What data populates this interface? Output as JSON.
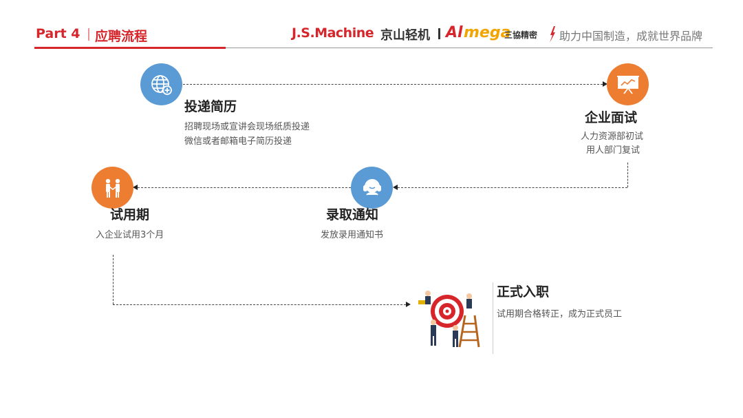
{
  "header": {
    "part_label": "Part 4",
    "section_title": "应聘流程",
    "logo_jsm": "J.S.Machine",
    "logo_jsm_cn": "京山轻机",
    "logo_al": "Al",
    "logo_mega": "mega",
    "logo_sanxie": "三協精密",
    "slogan": "助力中国制造，成就世界品牌"
  },
  "steps": {
    "resume": {
      "title": "投递简历",
      "desc_lines": [
        "招聘现场或宣讲会现场纸质投递",
        "微信或者邮箱电子简历投递"
      ],
      "icon": "globe-icon"
    },
    "interview": {
      "title": "企业面试",
      "desc_lines": [
        "人力资源部初试",
        "用人部门复试"
      ],
      "icon": "presentation-board-icon"
    },
    "offer": {
      "title": "录取通知",
      "desc_lines": [
        "发放录用通知书"
      ],
      "icon": "headset-person-icon"
    },
    "probation": {
      "title": "试用期",
      "desc_lines": [
        "入企业试用3个月"
      ],
      "icon": "handshake-icon"
    },
    "onboard": {
      "title": "正式入职",
      "desc_lines": [
        "试用期合格转正，成为正式员工"
      ],
      "icon": "target-team-illustration"
    }
  },
  "colors": {
    "brand_red": "#d6262b",
    "blue": "#5b9bd5",
    "orange": "#ed7d31",
    "logo_yellow": "#f2a400"
  }
}
